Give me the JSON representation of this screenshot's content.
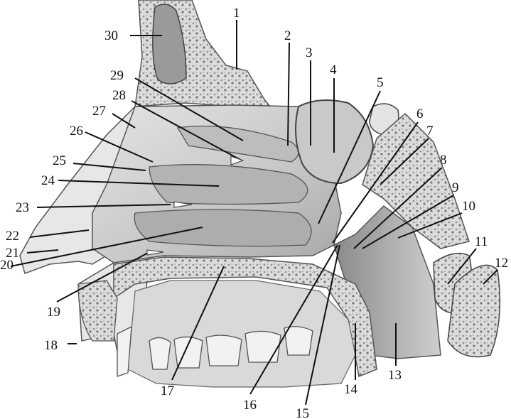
{
  "labels": [
    {
      "id": "1",
      "text": "1"
    },
    {
      "id": "2",
      "text": "2"
    },
    {
      "id": "3",
      "text": "3"
    },
    {
      "id": "4",
      "text": "4"
    },
    {
      "id": "5",
      "text": "5"
    },
    {
      "id": "6",
      "text": "6"
    },
    {
      "id": "7",
      "text": "7"
    },
    {
      "id": "8",
      "text": "8"
    },
    {
      "id": "9",
      "text": "9"
    },
    {
      "id": "10",
      "text": "10"
    },
    {
      "id": "11",
      "text": "11"
    },
    {
      "id": "12",
      "text": "12"
    },
    {
      "id": "13",
      "text": "13"
    },
    {
      "id": "14",
      "text": "14"
    },
    {
      "id": "15",
      "text": "15"
    },
    {
      "id": "16",
      "text": "16"
    },
    {
      "id": "17",
      "text": "17"
    },
    {
      "id": "18",
      "text": "18"
    },
    {
      "id": "19",
      "text": "19"
    },
    {
      "id": "20",
      "text": "20"
    },
    {
      "id": "21",
      "text": "21"
    },
    {
      "id": "22",
      "text": "22"
    },
    {
      "id": "23",
      "text": "23"
    },
    {
      "id": "24",
      "text": "24"
    },
    {
      "id": "25",
      "text": "25"
    },
    {
      "id": "26",
      "text": "26"
    },
    {
      "id": "27",
      "text": "27"
    },
    {
      "id": "28",
      "text": "28"
    },
    {
      "id": "29",
      "text": "29"
    },
    {
      "id": "30",
      "text": "30"
    }
  ]
}
